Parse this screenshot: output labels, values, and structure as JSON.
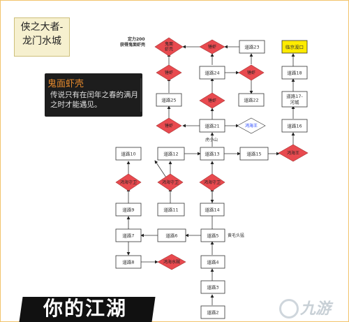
{
  "title": {
    "line1": "侠之大者-",
    "line2": "龙门水城"
  },
  "card": {
    "title": "鬼面虾壳",
    "text": "传说只有在闰年之春的满月之时才能遇见。"
  },
  "labels": {
    "reward_line1": "定力200",
    "reward_line2": "获得鬼面虾壳",
    "tiger_mountain": "虎小山",
    "yellow_hair": "黄毛头猛"
  },
  "nodes": {
    "road23": "道路23",
    "linjing": "临京渡口",
    "road24": "道路24",
    "road18": "道路18",
    "road25": "道路25",
    "road22": "道路22",
    "road17": "道路17-",
    "road17b": "河城",
    "road21": "道路21",
    "road16": "道路16",
    "road10": "道路10",
    "road12": "道路12",
    "road13": "道路13",
    "road15": "道路15",
    "road9": "道路9",
    "road11": "道路11",
    "road14": "道路14",
    "road7": "道路7",
    "road6": "道路6",
    "road5": "道路5",
    "road8": "道路8",
    "road4": "道路4",
    "road3": "道路3",
    "road2": "道路2"
  },
  "diamonds": {
    "guimian": "鬼面\n虾壳",
    "shrimp_a": "锤虾",
    "shrimp_b": "锤虾",
    "shrimp_c": "锤虾",
    "shrimp_d": "锤虾",
    "shrimp_e": "锤虾",
    "haiwang_blue": "鸿海王",
    "haiwang_right": "鸿海王",
    "haiwang_9": "鸿海守卫",
    "haiwang_11": "鸿海守卫",
    "haiwang_14": "鸿海守卫",
    "shuizei": "鸿海水贼"
  },
  "banner": {
    "text": "你的江湖"
  },
  "logo": {
    "text": "九游"
  },
  "colors": {
    "diamond": "#e84a4f",
    "start_node": "#ffeb00",
    "blue_text": "#1a3cff"
  }
}
